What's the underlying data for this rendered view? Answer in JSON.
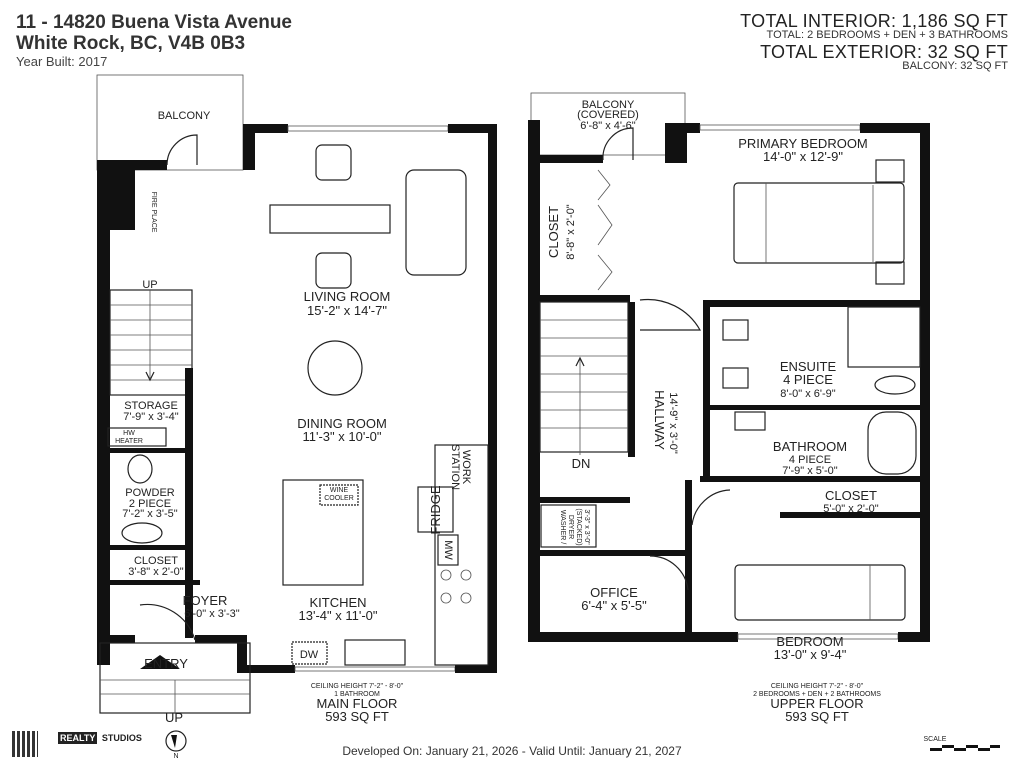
{
  "header": {
    "address_line1": "11 - 14820 Buena Vista Avenue",
    "address_line2": "White Rock, BC, V4B 0B3",
    "year_built": "Year Built: 2017",
    "total_interior": "TOTAL INTERIOR: 1,186 SQ FT",
    "total_rooms": "TOTAL: 2 BEDROOMS + DEN + 3 BATHROOMS",
    "total_exterior": "TOTAL EXTERIOR: 32 SQ FT",
    "balcony_area": "BALCONY: 32 SQ FT"
  },
  "main_floor": {
    "name": "MAIN FLOOR",
    "area": "593 SQ FT",
    "ceiling": "CEILING HEIGHT 7'-2\" - 8'-0\"",
    "summary": "1 BATHROOM",
    "rooms": {
      "balcony": "BALCONY",
      "fireplace": "FIRE PLACE",
      "up_stairs": "UP",
      "living": {
        "name": "LIVING ROOM",
        "dim": "15'-2\" x 14'-7\""
      },
      "dining": {
        "name": "DINING ROOM",
        "dim": "11'-3\" x 10'-0\""
      },
      "storage": {
        "name": "STORAGE",
        "dim": "7'-9\" x 3'-4\""
      },
      "hw_heater": [
        "HW",
        "HEATER"
      ],
      "powder": {
        "name": "POWDER",
        "type": "2 PIECE",
        "dim": "7'-2\" x 3'-5\""
      },
      "closet": {
        "name": "CLOSET",
        "dim": "3'-8\" x 2'-0\""
      },
      "foyer": {
        "name": "FOYER",
        "dim": "6'-0\" x 3'-3\""
      },
      "kitchen": {
        "name": "KITCHEN",
        "dim": "13'-4\" x 11'-0\""
      },
      "work_station": [
        "WORK",
        "STATION"
      ],
      "fridge": "FRIDGE",
      "mw": "MW",
      "dw": "DW",
      "wine_cooler": [
        "WINE",
        "COOLER"
      ],
      "entry": "ENTRY",
      "up_entry": "UP"
    }
  },
  "upper_floor": {
    "name": "UPPER FLOOR",
    "area": "593 SQ FT",
    "ceiling": "CEILING HEIGHT 7'-2\" - 8'-0\"",
    "summary": "2 BEDROOMS + DEN + 2 BATHROOMS",
    "rooms": {
      "balcony": {
        "name": "BALCONY",
        "sub": "(COVERED)",
        "dim": "6'-8\" x 4'-6\""
      },
      "primary": {
        "name": "PRIMARY BEDROOM",
        "dim": "14'-0\" x 12'-9\""
      },
      "closet_primary": {
        "name": "CLOSET",
        "dim": "8'-8\" x 2'-0\""
      },
      "ensuite": {
        "name": "ENSUITE",
        "type": "4 PIECE",
        "dim": "8'-0\" x 6'-9\""
      },
      "hallway": {
        "name": "HALLWAY",
        "dim": "14'-9\" x 3'-0\""
      },
      "down_stairs": "DN",
      "bathroom": {
        "name": "BATHROOM",
        "type": "4 PIECE",
        "dim": "7'-9\" x 5'-0\""
      },
      "closet": {
        "name": "CLOSET",
        "dim": "5'-0\" x 2'-0\""
      },
      "laundry": [
        "WASHER /",
        "DRYER",
        "(STACKED)",
        "3'-3\" x 3'-0\""
      ],
      "office": {
        "name": "OFFICE",
        "dim": "6'-4\" x 5'-5\""
      },
      "bedroom": {
        "name": "BEDROOM",
        "dim": "13'-0\" x 9'-4\""
      }
    }
  },
  "footer": {
    "developed": "Developed On: January 21, 2026 - Valid Until: January 21, 2027",
    "brand_a": "REALTY",
    "brand_b": "STUDIOS",
    "compass": "N",
    "scale": "SCALE"
  }
}
